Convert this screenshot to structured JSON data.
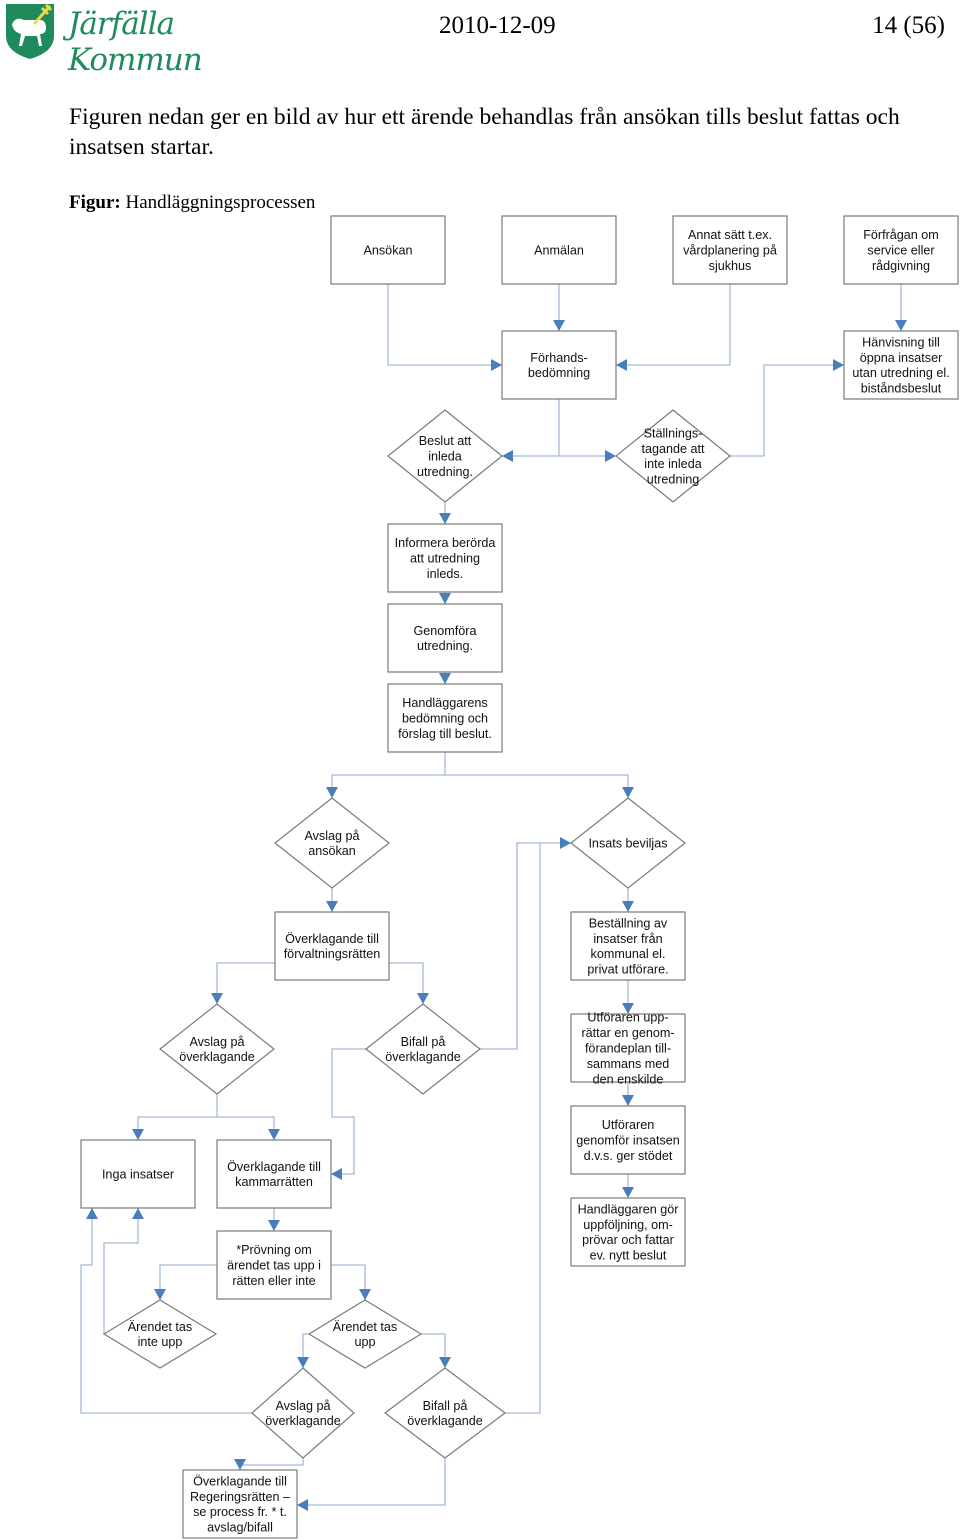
{
  "header": {
    "logo_text": "Järfälla Kommun",
    "date": "2010-12-09",
    "page_number": "14 (56)"
  },
  "intro": "Figuren nedan ger en bild av hur ett ärende behandlas från ansökan tills beslut fattas och insatsen startar.",
  "figure": {
    "caption_label": "Figur:",
    "caption_title": "Handläggningsprocessen"
  },
  "colors": {
    "arrow": "#4a7ebb",
    "line": "#a3bbd8",
    "border": "#7a7a7a",
    "logo": "#1f8a5c"
  },
  "nodes": [
    {
      "id": "ansokan",
      "shape": "box",
      "lines": [
        "Ansökan"
      ]
    },
    {
      "id": "anmalan",
      "shape": "box",
      "lines": [
        "Anmälan"
      ]
    },
    {
      "id": "annat",
      "shape": "box",
      "lines": [
        "Annat sätt t.ex.",
        "vårdplanering på",
        "sjukhus"
      ]
    },
    {
      "id": "forfragan",
      "shape": "box",
      "lines": [
        "Förfrågan om",
        "service eller",
        "rådgivning"
      ]
    },
    {
      "id": "forhands",
      "shape": "box",
      "lines": [
        "Förhands-",
        "bedömning"
      ]
    },
    {
      "id": "hanvisning",
      "shape": "box",
      "lines": [
        "Hänvisning till",
        "öppna insatser",
        "utan utredning el.",
        "biståndsbeslut"
      ]
    },
    {
      "id": "beslut",
      "shape": "diamond",
      "lines": [
        "Beslut att",
        "inleda",
        "utredning."
      ]
    },
    {
      "id": "stallning",
      "shape": "diamond",
      "lines": [
        "Ställnings-",
        "tagande att",
        "inte inleda",
        "utredning"
      ]
    },
    {
      "id": "informera",
      "shape": "box",
      "lines": [
        "Informera berörda",
        "att utredning",
        "inleds."
      ]
    },
    {
      "id": "genomfora",
      "shape": "box",
      "lines": [
        "Genomföra",
        "utredning."
      ]
    },
    {
      "id": "handlaggarens",
      "shape": "box",
      "lines": [
        "Handläggarens",
        "bedömning och",
        "förslag till beslut."
      ]
    },
    {
      "id": "avslag_ansokan",
      "shape": "diamond",
      "lines": [
        "Avslag på",
        "ansökan"
      ]
    },
    {
      "id": "insats",
      "shape": "diamond",
      "lines": [
        "Insats beviljas"
      ]
    },
    {
      "id": "forvaltning",
      "shape": "box",
      "lines": [
        "Överklagande till",
        "förvaltningsrätten"
      ]
    },
    {
      "id": "bestallning",
      "shape": "box",
      "lines": [
        "Beställning av",
        "insatser från",
        "kommunal el.",
        "privat utförare."
      ]
    },
    {
      "id": "avslag_overkl1",
      "shape": "diamond",
      "lines": [
        "Avslag på",
        "överklagande"
      ]
    },
    {
      "id": "bifall_overkl1",
      "shape": "diamond",
      "lines": [
        "Bifall på",
        "överklagande"
      ]
    },
    {
      "id": "utf_upprattar",
      "shape": "box",
      "lines": [
        "Utföraren upp-",
        "rättar en genom-",
        "förandeplan till-",
        "sammans med",
        "den enskilde"
      ]
    },
    {
      "id": "inga",
      "shape": "box",
      "lines": [
        "Inga insatser"
      ]
    },
    {
      "id": "kammar",
      "shape": "box",
      "lines": [
        "Överklagande till",
        "kammarrätten"
      ]
    },
    {
      "id": "utf_genomfor",
      "shape": "box",
      "lines": [
        "Utföraren",
        "genomför insatsen",
        "d.v.s. ger stödet"
      ]
    },
    {
      "id": "provning",
      "shape": "box",
      "lines": [
        "*Prövning om",
        "ärendet tas upp i",
        "rätten eller inte"
      ]
    },
    {
      "id": "handl_uppf",
      "shape": "box",
      "lines": [
        "Handläggaren gör",
        "uppföljning, om-",
        "prövar och fattar",
        "ev. nytt beslut"
      ]
    },
    {
      "id": "inte_upp",
      "shape": "diamond",
      "lines": [
        "Ärendet tas",
        "inte upp"
      ]
    },
    {
      "id": "tas_upp",
      "shape": "diamond",
      "lines": [
        "Ärendet tas",
        "upp"
      ]
    },
    {
      "id": "avslag_overkl2",
      "shape": "diamond",
      "lines": [
        "Avslag på",
        "överklagande"
      ]
    },
    {
      "id": "bifall_overkl2",
      "shape": "diamond",
      "lines": [
        "Bifall på",
        "överklagande"
      ]
    },
    {
      "id": "regering",
      "shape": "box",
      "lines": [
        "Överklagande till",
        "Regeringsrätten –",
        "se process fr. * t.",
        "avslag/bifall"
      ]
    }
  ]
}
